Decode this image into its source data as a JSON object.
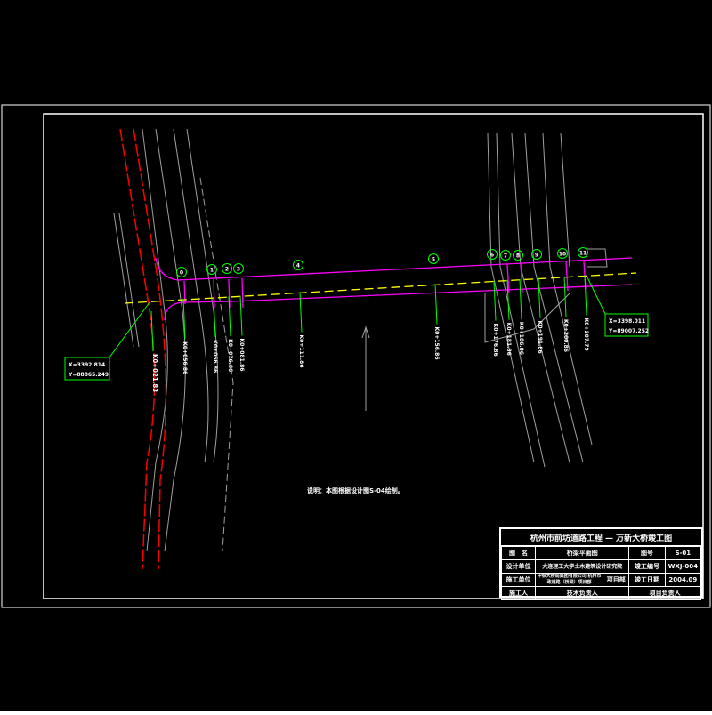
{
  "drawing": {
    "note": "说明：本图根据设计图S-04绘制。",
    "piers": [
      "0",
      "1",
      "2",
      "3",
      "4",
      "5",
      "6",
      "7",
      "8",
      "9",
      "10",
      "11"
    ],
    "stations": [
      "K0+056.86",
      "K0+066.86",
      "K0+076.86",
      "K0+081.86",
      "K0+111.86",
      "K0+156.86",
      "K0+176.86",
      "K0+181.86",
      "K0+186.86",
      "K0+191.86",
      "K0+200.86",
      "K0+207.79"
    ],
    "start_station": "K0+021.83",
    "coord_left": {
      "x": "X=3392.814",
      "y": "Y=88865.249"
    },
    "coord_right": {
      "x": "X=3398.011",
      "y": "Y=89007.252"
    },
    "colors": {
      "background": "#000000",
      "road_edge": "#ff0000",
      "bridge": "#ff00ff",
      "centerline": "#ffff00",
      "leader": "#00ff00",
      "existing": "#a0a0a0"
    }
  },
  "title_block": {
    "title": "杭州市前坊道路工程 — 万新大桥竣工图",
    "rows": [
      [
        "图　名",
        "桥梁平面图",
        "图号",
        "S-01"
      ],
      [
        "设计单位",
        "大连理工大学土木建筑设计研究院",
        "竣工编号",
        "WXJ-004"
      ],
      [
        "施工单位",
        "中铁大桥局集团有限公司 杭州市政道路（桥梁）项目部",
        "项目部",
        "竣工日期",
        "2004.09"
      ],
      [
        "施工人",
        "技术负责人",
        "项目负责人"
      ]
    ]
  }
}
